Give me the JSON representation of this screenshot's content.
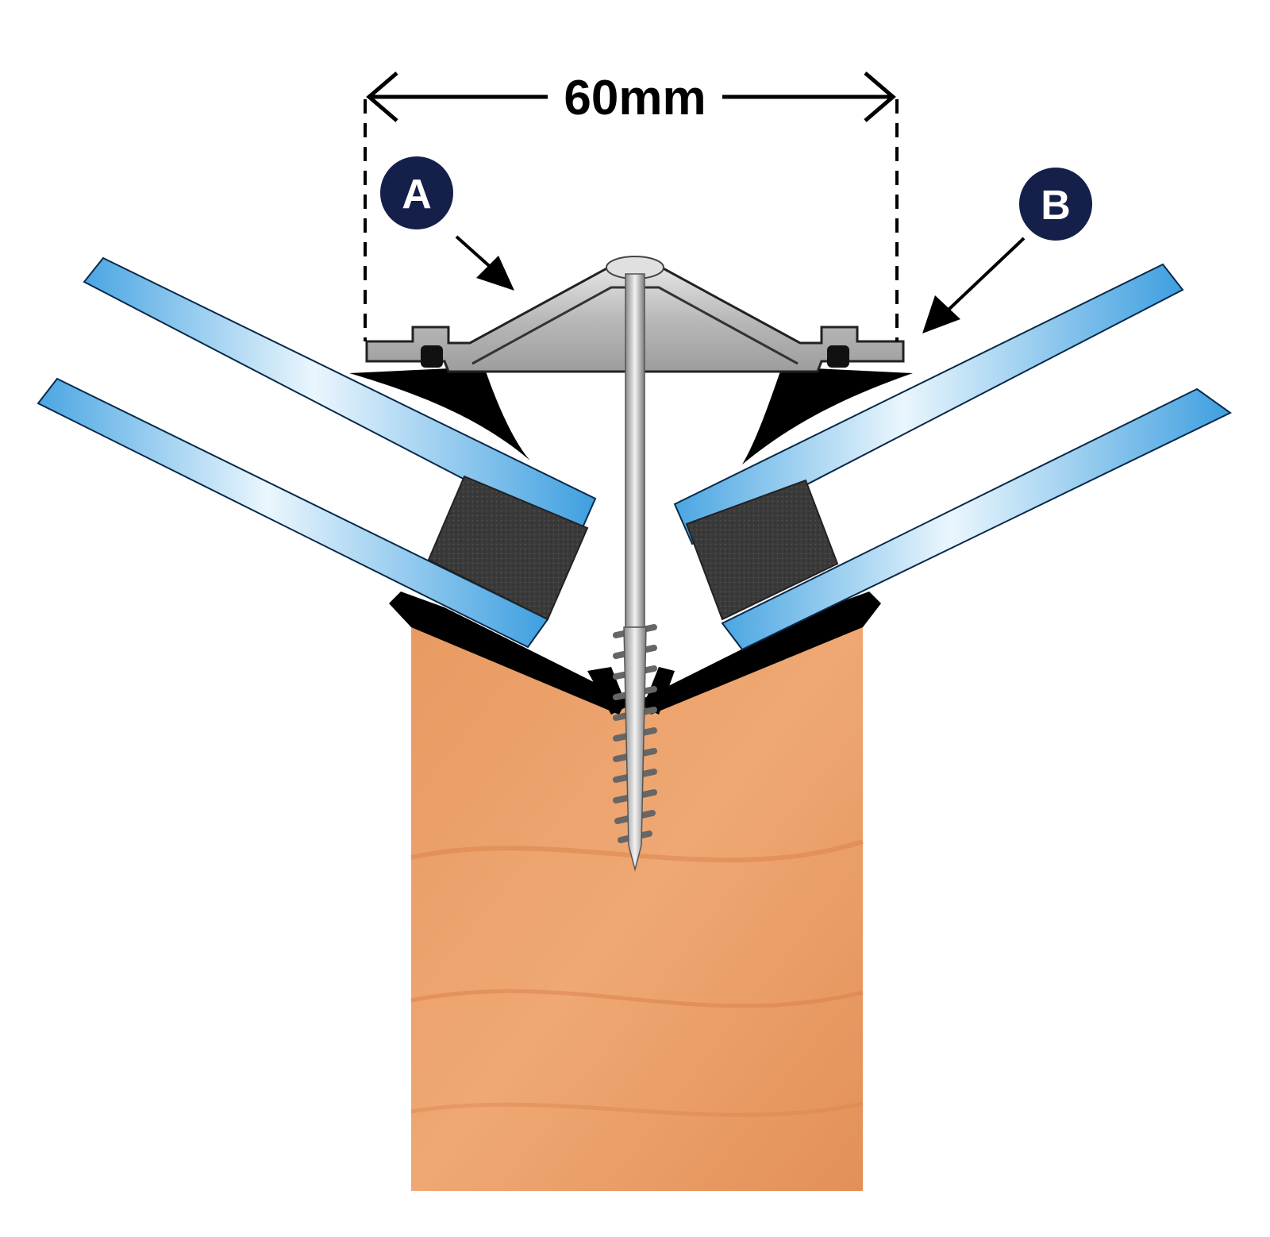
{
  "dimension": {
    "label": "60mm"
  },
  "callouts": [
    {
      "letter": "A"
    },
    {
      "letter": "B"
    }
  ],
  "colors": {
    "badge": "#14204a",
    "badge_text": "#ffffff",
    "glass": "#5fb0e4",
    "glass_light": "#e8f5fd",
    "spacer": "#3b3b3b",
    "gasket": "#000000",
    "cap": "#c9c9c9",
    "timber": "#e4955d",
    "line": "#000000"
  },
  "icons": [
    "arrow-icon",
    "screw-icon"
  ]
}
